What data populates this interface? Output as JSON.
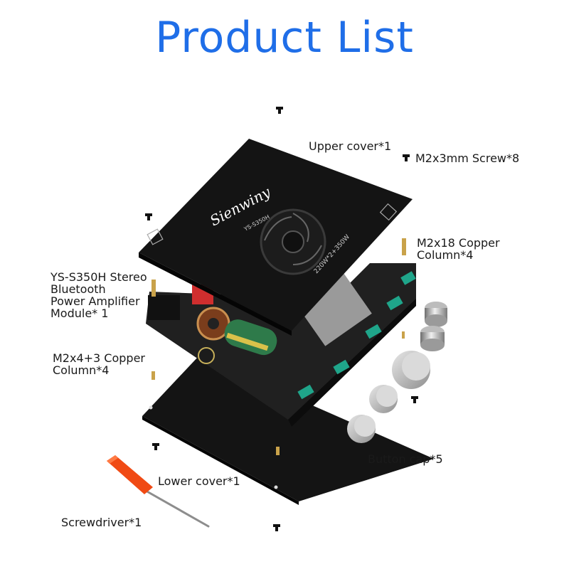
{
  "title": "Product List",
  "labels": {
    "upper_cover": "Upper cover*1",
    "m2x3_screw": "M2x3mm Screw*8",
    "m2x18_line1": "M2x18 Copper",
    "m2x18_line2": "Column*4",
    "module_line1": "YS-S350H Stereo",
    "module_line2": "Bluetooth",
    "module_line3": "Power Amplifier",
    "module_line4": "Module* 1",
    "m2x4_line1": "M2x4+3 Copper",
    "m2x4_line2": "Column*4",
    "button_cap": "Button cap*5",
    "lower_cover": "Lower cover*1",
    "screwdriver": "Screwdriver*1"
  },
  "board": {
    "brand": "Sienwiny",
    "model": "YS-S350H",
    "power": "220W*2+350W"
  },
  "colors": {
    "title": "#1f6ee8",
    "cover": "#151515",
    "pcb_accent": "#1fa58a",
    "screwdriver_handle": "#f04a14"
  }
}
